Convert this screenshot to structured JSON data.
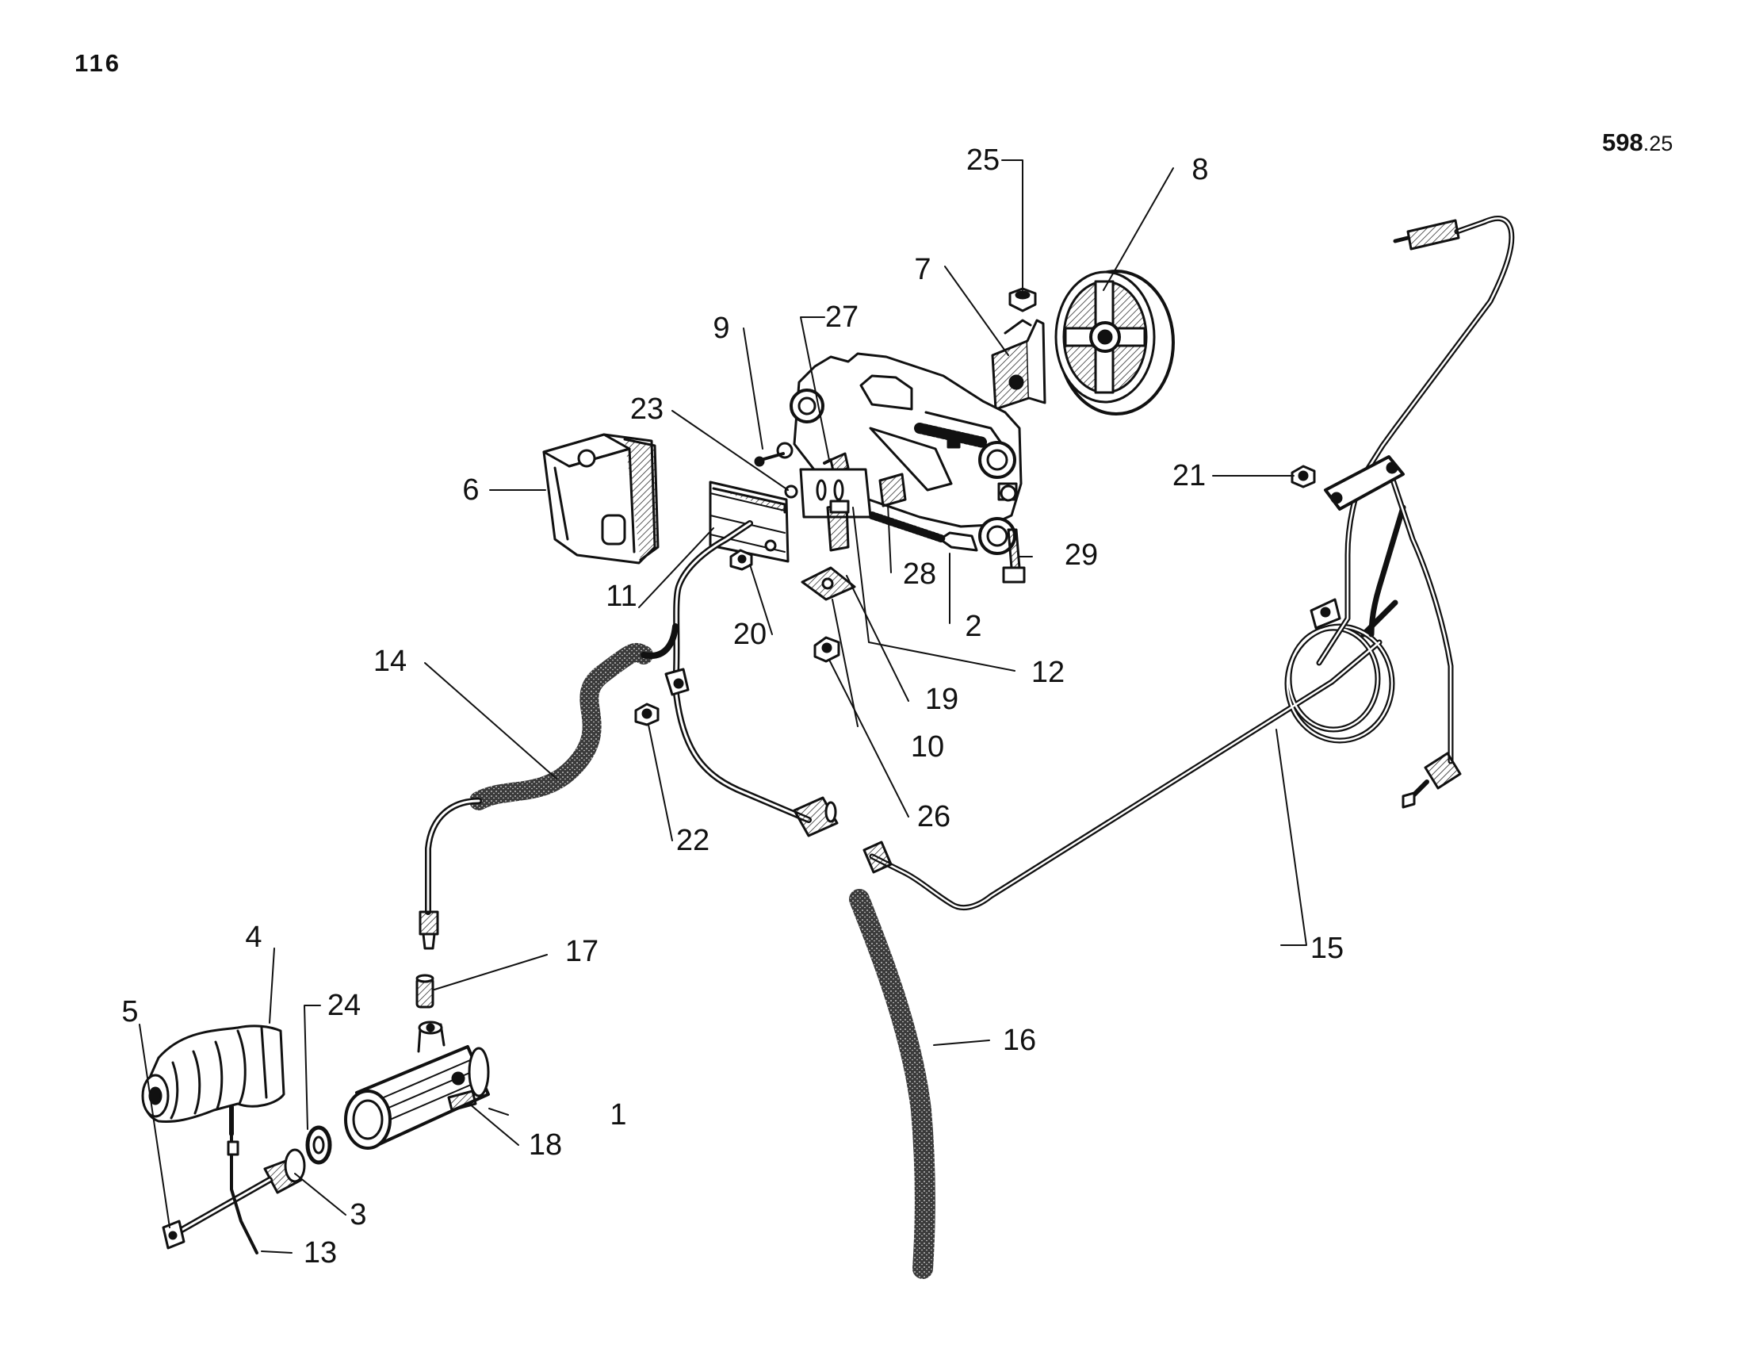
{
  "header": {
    "page_number": "116",
    "figure_code_main": "598",
    "figure_code_sub": ".25"
  },
  "callouts": [
    "1",
    "2",
    "3",
    "4",
    "5",
    "6",
    "7",
    "8",
    "9",
    "10",
    "11",
    "12",
    "13",
    "14",
    "15",
    "16",
    "17",
    "18",
    "19",
    "20",
    "21",
    "22",
    "23",
    "24",
    "25",
    "26",
    "27",
    "28",
    "29"
  ],
  "colors": {
    "ink": "#111111",
    "paper": "#ffffff",
    "hose": "#2e2e2e"
  }
}
